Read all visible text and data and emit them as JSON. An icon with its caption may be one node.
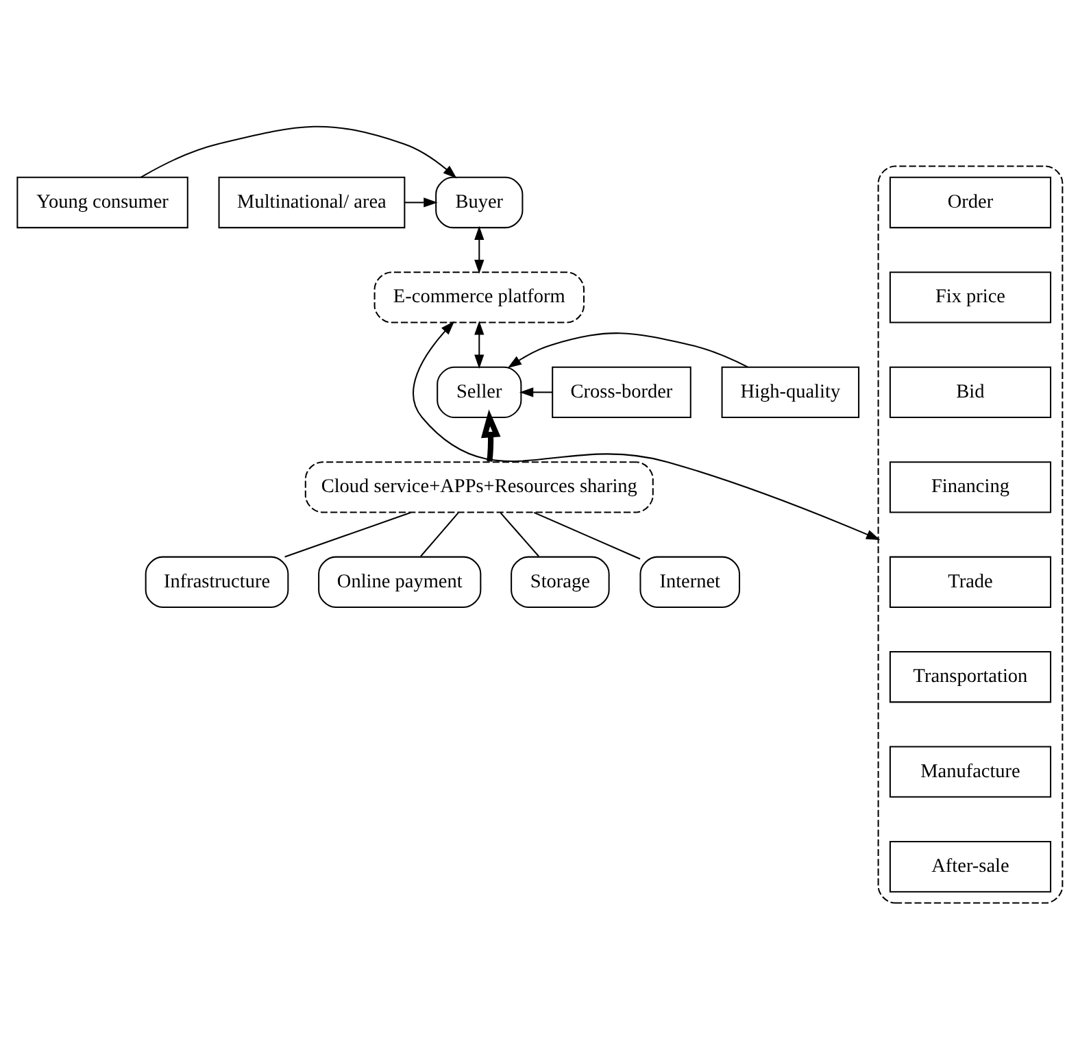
{
  "diagram": {
    "nodes": [
      {
        "text": [
          "Young consumer"
        ]
      },
      {
        "text": [
          "Multinational/ area"
        ]
      },
      {
        "text": [
          "Buyer"
        ]
      },
      {
        "text": [
          "E-commerce platform"
        ]
      },
      {
        "text": [],
        "shape": "box"
      },
      {
        "text": [
          "Order"
        ],
        "in": 4
      },
      {
        "text": [
          "Fix price"
        ],
        "in": 4
      },
      {
        "text": [
          "Bid"
        ],
        "in": 4
      },
      {
        "text": [
          "Financing"
        ],
        "in": 4
      },
      {
        "text": [
          "Trade"
        ],
        "in": 4
      },
      {
        "text": [
          "Transportation"
        ],
        "in": 4
      },
      {
        "text": [
          "Manufacture"
        ],
        "in": 4
      },
      {
        "text": [
          "After-sale"
        ],
        "in": 4
      },
      {
        "text": [
          "Cross-border"
        ]
      },
      {
        "text": [
          "High-quality"
        ]
      },
      {
        "text": [
          "Seller"
        ]
      },
      {
        "text": [
          "Cloud service+APPs+Resources sharing"
        ]
      },
      {
        "text": [
          "Internet"
        ]
      },
      {
        "text": [
          "Infrastructure"
        ]
      },
      {
        "text": [
          "Online payment"
        ]
      },
      {
        "text": [
          "Storage"
        ]
      }
    ],
    "edges": [
      {
        "from": 0,
        "to": 2,
        "arrow": "to"
      },
      {
        "from": 1,
        "to": 2,
        "arrow": "to"
      },
      {
        "from": 2,
        "to": 3,
        "arrow": "both"
      },
      {
        "from": 3,
        "to": 4,
        "arrow": "both"
      },
      {
        "from": 3,
        "to": 15,
        "arrow": "both"
      },
      {
        "from": 13,
        "to": 15,
        "arrow": "to"
      },
      {
        "from": 14,
        "to": 15,
        "arrow": "to"
      },
      {
        "from": 16,
        "to": 15,
        "arrow": "to",
        "style": "thick"
      },
      {
        "from": 16,
        "to": 17,
        "arrow": "none"
      },
      {
        "from": 16,
        "to": 18,
        "arrow": "none"
      },
      {
        "from": 16,
        "to": 19,
        "arrow": "none"
      },
      {
        "from": 16,
        "to": 20,
        "arrow": "none"
      }
    ]
  }
}
